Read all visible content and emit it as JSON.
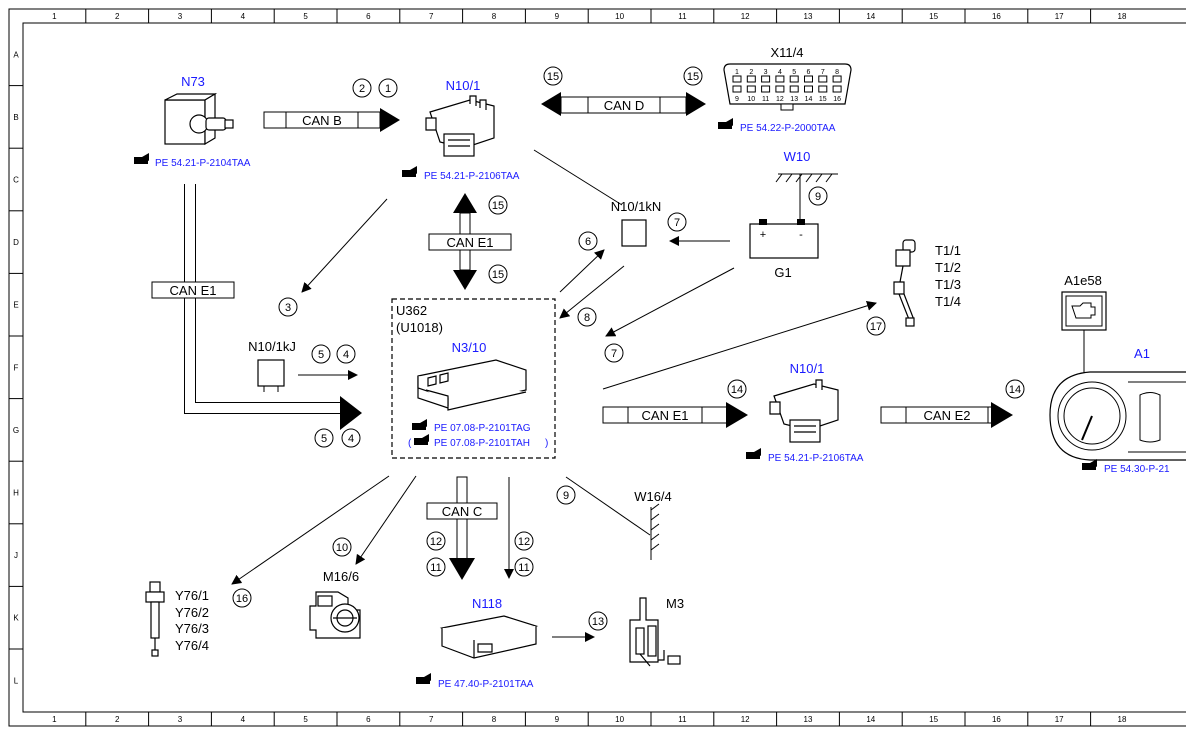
{
  "ruler": {
    "columns": [
      "1",
      "2",
      "3",
      "4",
      "5",
      "6",
      "7",
      "8",
      "9",
      "10",
      "11",
      "12",
      "13",
      "14",
      "15",
      "16",
      "17",
      "18"
    ],
    "rows": [
      "A",
      "B",
      "C",
      "D",
      "E",
      "F",
      "G",
      "H",
      "J",
      "K",
      "L"
    ]
  },
  "components": {
    "n73": "N73",
    "n10_1_top": "N10/1",
    "x11_4": "X11/4",
    "w10": "W10",
    "n10_1kn": "N10/1kN",
    "g1": "G1",
    "battery_plus": "+",
    "battery_minus": "-",
    "t1_1": "T1/1",
    "t1_2": "T1/2",
    "t1_3": "T1/3",
    "t1_4": "T1/4",
    "a1e58": "A1e58",
    "a1": "A1",
    "u362": "U362",
    "u1018": "(U1018)",
    "n3_10": "N3/10",
    "n10_1kj": "N10/1kJ",
    "n10_1_mid": "N10/1",
    "w16_4": "W16/4",
    "y76_1": "Y76/1",
    "y76_2": "Y76/2",
    "y76_3": "Y76/3",
    "y76_4": "Y76/4",
    "m16_6": "M16/6",
    "n118": "N118",
    "m3": "M3"
  },
  "references": {
    "n73": "PE 54.21-P-2104TAA",
    "n10_1_top": "PE 54.21-P-2106TAA",
    "x11_4": "PE 54.22-P-2000TAA",
    "n3_10_a": "PE 07.08-P-2101TAG",
    "n3_10_b": "PE 07.08-P-2101TAH",
    "n10_1_mid": "PE 54.21-P-2106TAA",
    "a1": "PE 54.30-P-21",
    "n118": "PE 47.40-P-2101TAA"
  },
  "buses": {
    "can_b": "CAN B",
    "can_d": "CAN D",
    "can_e1_top": "CAN E1",
    "can_e1_left": "CAN E1",
    "can_e1_right": "CAN E1",
    "can_e2": "CAN E2",
    "can_c": "CAN C"
  },
  "x11_4_pins_top": [
    "1",
    "2",
    "3",
    "4",
    "5",
    "6",
    "7",
    "8"
  ],
  "x11_4_pins_bottom": [
    "9",
    "10",
    "11",
    "12",
    "13",
    "14",
    "15",
    "16"
  ],
  "markers": {
    "m1": "2",
    "m2": "1",
    "m3": "15",
    "m4": "15",
    "m5": "15",
    "m6": "15",
    "m7": "9",
    "m8": "7",
    "m9": "6",
    "m10": "8",
    "m11": "7",
    "m12": "3",
    "m13": "5",
    "m14": "4",
    "m15": "5",
    "m16": "4",
    "m17": "17",
    "m18": "14",
    "m19": "14",
    "m20": "9",
    "m21": "10",
    "m22": "16",
    "m23": "12",
    "m24": "11",
    "m25": "12",
    "m26": "11",
    "m27": "13"
  }
}
